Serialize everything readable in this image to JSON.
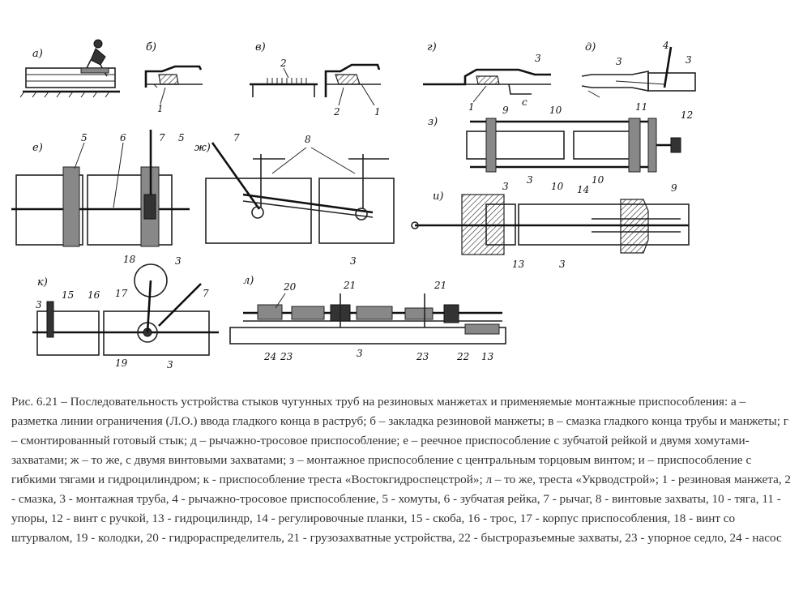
{
  "panels": {
    "a": "а)",
    "b": "б)",
    "v": "в)",
    "g": "г)",
    "d": "д)",
    "e": "е)",
    "zh": "ж)",
    "z": "з)",
    "i": "и)",
    "k": "к)",
    "l": "л)"
  },
  "callouts": {
    "b_1": "1",
    "v_2_top": "2",
    "v_2": "2",
    "v_1": "1",
    "g_3": "3",
    "g_1": "1",
    "g_c": "с",
    "d_4": "4",
    "d_3a": "3",
    "d_3b": "3",
    "z_9": "9",
    "z_10a": "10",
    "z_3": "3",
    "z_10b": "10",
    "z_11": "11",
    "z_12": "12",
    "e_5a": "5",
    "e_6": "6",
    "e_7": "7",
    "e_5b": "5",
    "e_3": "3",
    "zh_7": "7",
    "zh_8": "8",
    "zh_3": "3",
    "i_3": "3",
    "i_10": "10",
    "i_14": "14",
    "i_9": "9",
    "i_13": "13",
    "i_3b": "3",
    "k_18": "18",
    "k_3": "3",
    "k_15": "15",
    "k_16": "16",
    "k_17": "17",
    "k_7": "7",
    "k_19": "19",
    "k_3b": "3",
    "l_20": "20",
    "l_21a": "21",
    "l_21b": "21",
    "l_24": "24",
    "l_23a": "23",
    "l_3": "3",
    "l_23b": "23",
    "l_22": "22",
    "l_13": "13"
  },
  "caption": "Рис. 6.21 – Последовательность устройства стыков чугунных труб на резиновых манжетах и применяемые монтажные приспособления: а – разметка линии ограничения (Л.О.) ввода гладкого конца в раструб; б – закладка резиновой манжеты; в – смазка гладкого конца трубы и манжеты; г – смонтированный готовый стык; д – рычажно-тросовое приспособление; е – реечное приспособление с зубчатой рейкой и двумя хомутами-захватами; ж – то же, с двумя винтовыми захватами; з – монтажное приспособление с центральным торцовым винтом; и – приспособление с гибкими тягами и гидроцилиндром; к - приспособление треста «Востокгидроспецстрой»; л – то же, треста «Укрводстрой»; 1 - резиновая манжета, 2 - смазка, 3 - монтажная труба, 4 - рычажно-тросовое приспособление, 5 - хомуты, 6 - зубчатая рейка, 7 - рычаг, 8 - винтовые захваты, 10 - тяга, 11 - упоры, 12 - винт с ручкой, 13 - гидроцилиндр, 14 - регулировочные планки, 15 - скоба, 16 - трос, 17 - корпус приспособления, 18 - винт со штурвалом, 19 - колодки, 20 - гидрораспределитель, 21 - грузозахватные устройства, 22 - быстроразъемные захваты, 23 - упорное седло, 24 - насос"
}
